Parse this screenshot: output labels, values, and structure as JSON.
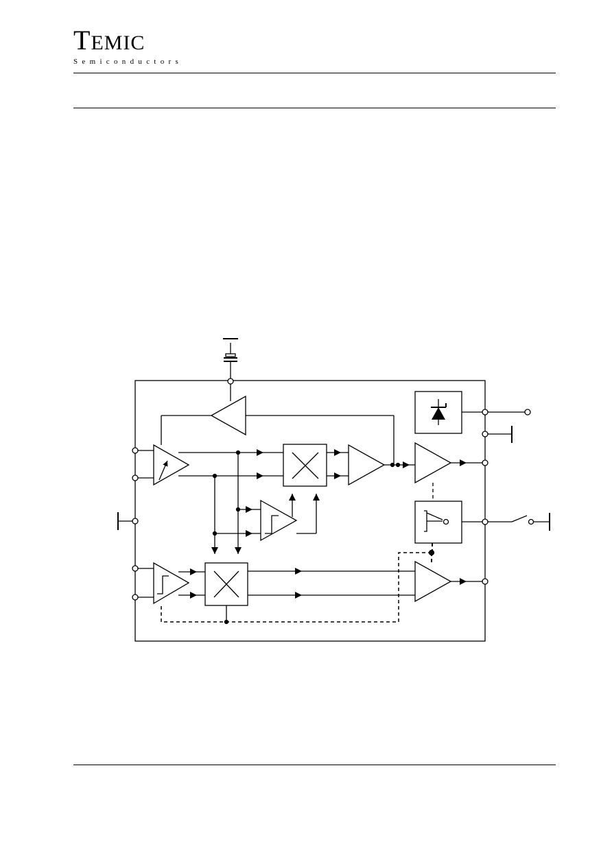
{
  "header": {
    "brand_initial": "T",
    "brand_rest": "EMIC",
    "brand_sub": "Semiconductors"
  },
  "colors": {
    "ink": "#000000",
    "paper": "#ffffff"
  },
  "diagram": {
    "symbols": [
      "crystal-icon",
      "amplifier-icon",
      "variable-gain-amplifier-icon",
      "mixer-icon",
      "limiter-icon",
      "diode-icon",
      "switch-icon",
      "ground-icon",
      "pin-icon"
    ]
  }
}
